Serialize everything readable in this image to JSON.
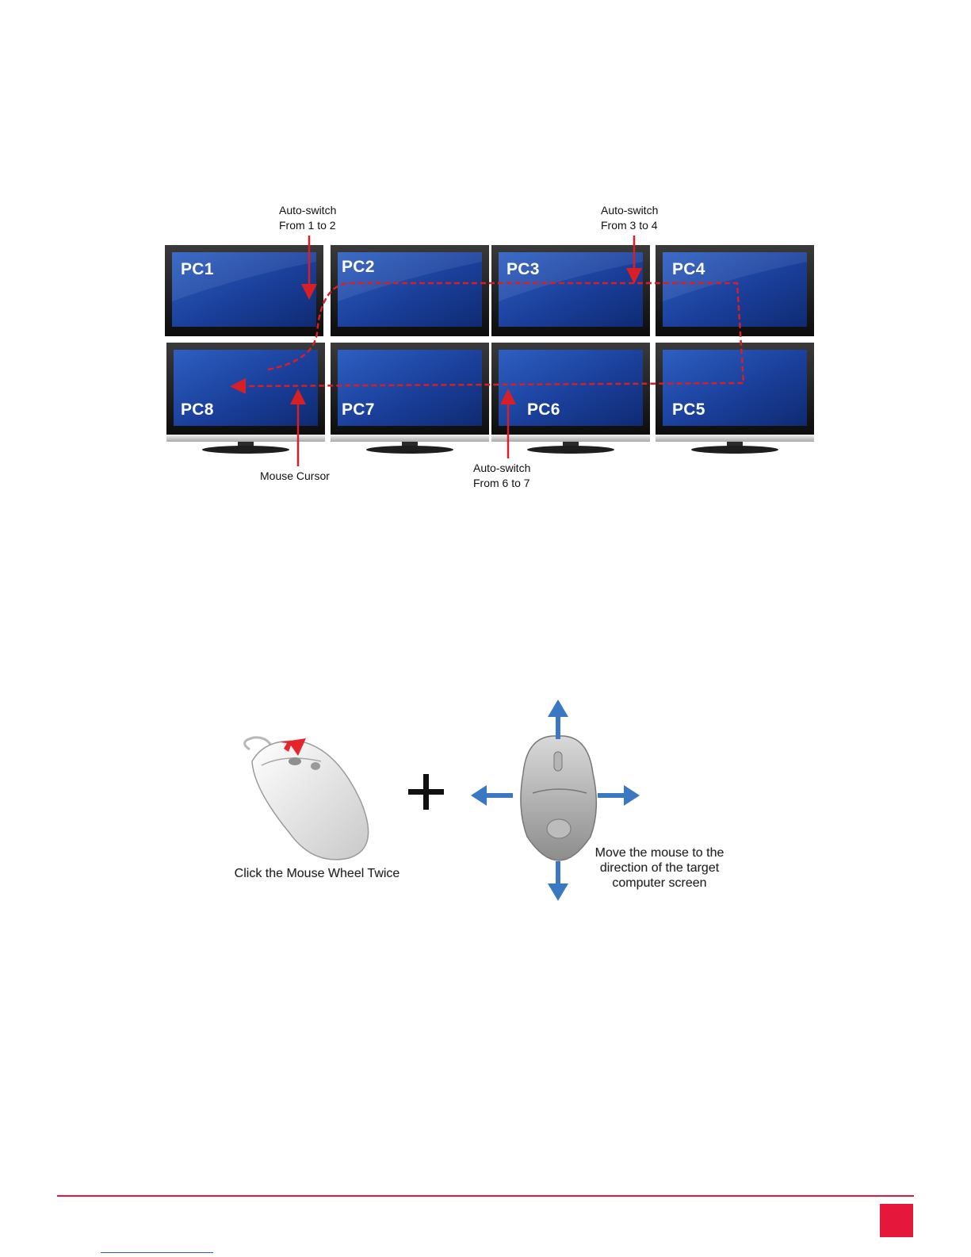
{
  "monitors_figure": {
    "screens": [
      {
        "id": "pc1",
        "label": "PC1"
      },
      {
        "id": "pc2",
        "label": "PC2"
      },
      {
        "id": "pc3",
        "label": "PC3"
      },
      {
        "id": "pc4",
        "label": "PC4"
      },
      {
        "id": "pc8",
        "label": "PC8"
      },
      {
        "id": "pc7",
        "label": "PC7"
      },
      {
        "id": "pc6",
        "label": "PC6"
      },
      {
        "id": "pc5",
        "label": "PC5"
      }
    ],
    "annotations": {
      "switch_1_2": {
        "line1": "Auto-switch",
        "line2": "From 1 to 2"
      },
      "switch_3_4": {
        "line1": "Auto-switch",
        "line2": "From 3 to 4"
      },
      "switch_6_7": {
        "line1": "Auto-switch",
        "line2": "From 6 to 7"
      },
      "mouse_cursor": "Mouse Cursor"
    },
    "colors": {
      "path": "#d81f26",
      "screen": "#1d3f9a",
      "bezel": "#1a1a1a"
    }
  },
  "mouse_figure": {
    "left_caption": "Click the Mouse Wheel Twice",
    "plus_sign": "+",
    "right_caption": {
      "line1": "Move the mouse to the",
      "line2": "direction of the target",
      "line3": "computer screen"
    },
    "colors": {
      "arrows": "#3a78c2",
      "click_marker": "#e5242b"
    }
  },
  "footer": {
    "accent": "#e5183c"
  }
}
